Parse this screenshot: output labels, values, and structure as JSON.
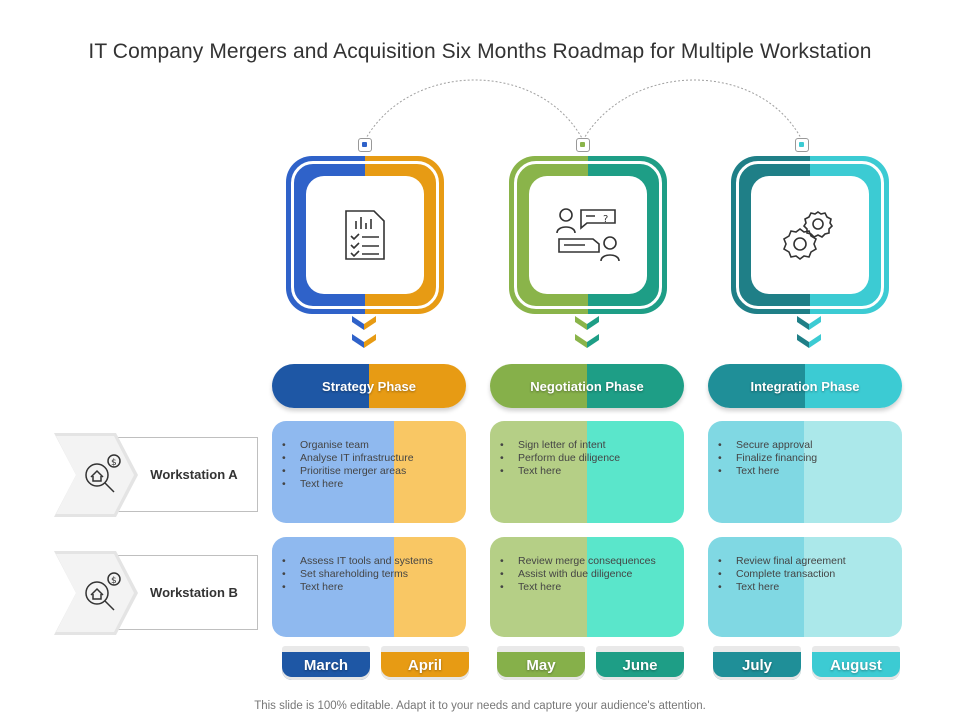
{
  "title": "IT Company Mergers and Acquisition Six Months Roadmap for Multiple Workstation",
  "footer": "This slide is 100% editable. Adapt it to your needs and capture your audience's attention.",
  "colors": {
    "strategy_left": "#2f62c9",
    "strategy_right": "#e79b14",
    "negotiation_left": "#8ab44a",
    "negotiation_right": "#1e9e86",
    "integration_left": "#1f7f87",
    "integration_right": "#3ccbd3"
  },
  "phases": [
    {
      "label": "Strategy Phase",
      "icon": "document-chart-checklist-icon"
    },
    {
      "label": "Negotiation Phase",
      "icon": "people-conversation-icon"
    },
    {
      "label": "Integration Phase",
      "icon": "gears-icon"
    }
  ],
  "workstations": [
    {
      "label": "Workstation A",
      "icon": "house-magnifier-dollar-icon"
    },
    {
      "label": "Workstation B",
      "icon": "house-magnifier-dollar-icon"
    }
  ],
  "tasks": {
    "a": [
      [
        "Organise team",
        "Analyse IT infrastructure",
        "Prioritise merger areas",
        "Text here"
      ],
      [
        "Sign letter of intent",
        "Perform due diligence",
        "Text here"
      ],
      [
        "Secure approval",
        "Finalize financing",
        "Text here"
      ]
    ],
    "b": [
      [
        "Assess IT tools and systems",
        "Set shareholding terms",
        "Text here"
      ],
      [
        "Review merge consequences",
        "Assist with due diligence",
        "Text here"
      ],
      [
        "Review final agreement",
        "Complete  transaction",
        "Text here"
      ]
    ]
  },
  "months": [
    "March",
    "April",
    "May",
    "June",
    "July",
    "August"
  ]
}
